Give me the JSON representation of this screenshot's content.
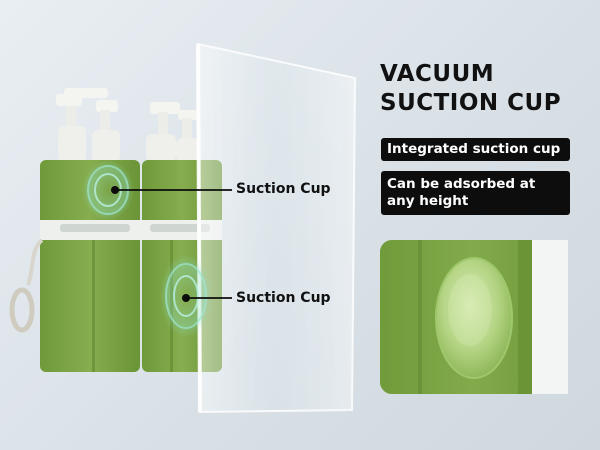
{
  "headline": {
    "line1": "VACUUM",
    "line2": "SUCTION CUP"
  },
  "features": [
    {
      "text": "Integrated suction cup"
    },
    {
      "text": "Can be adsorbed at any height"
    }
  ],
  "callouts": [
    {
      "label": "Suction Cup"
    },
    {
      "label": "Suction Cup"
    }
  ],
  "colors": {
    "bottle_green": "#7fa646",
    "accent_dark": "#0d0d0d",
    "suction_cup": "#b9d98a"
  }
}
